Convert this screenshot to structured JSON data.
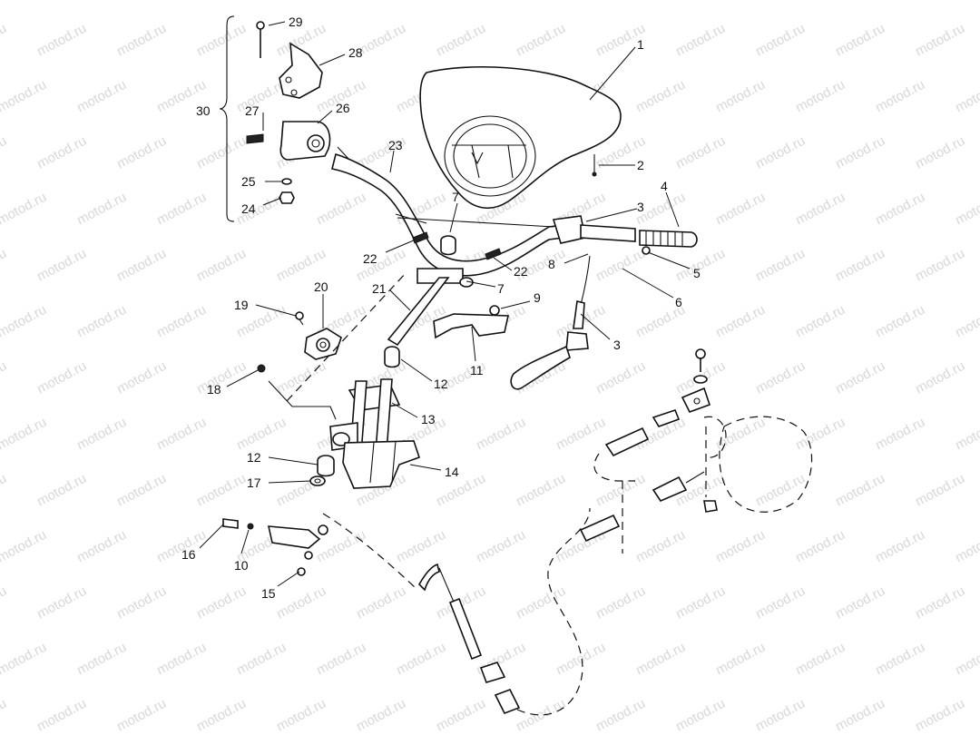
{
  "watermark": "motod.ru",
  "callouts": [
    "29",
    "28",
    "30",
    "27",
    "26",
    "23",
    "1",
    "2",
    "25",
    "24",
    "7",
    "3",
    "4",
    "22",
    "22",
    "8",
    "5",
    "6",
    "21",
    "20",
    "19",
    "7",
    "9",
    "3",
    "11",
    "18",
    "12",
    "13",
    "12",
    "14",
    "17",
    "16",
    "10",
    "15"
  ]
}
